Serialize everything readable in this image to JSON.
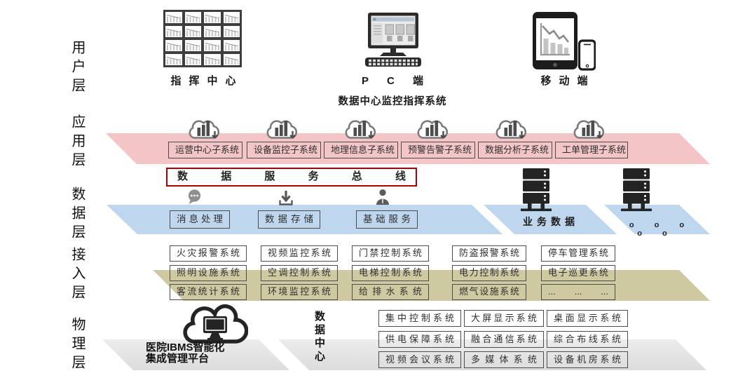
{
  "layer_labels": {
    "user": "用户层",
    "app": "应用层",
    "data": "数据层",
    "access": "接入层",
    "physical": "物理层"
  },
  "user_layer": {
    "command_center_label": "指挥中心",
    "pc_label": "P C 端",
    "mobile_label": "移动端",
    "system_title": "数据中心监控指挥系统"
  },
  "app_layer": {
    "subsystems": [
      "运营中心子系统",
      "设备监控子系统",
      "地理信息子系统",
      "预警告警子系统",
      "数据分析子系统",
      "工单管理子系统"
    ]
  },
  "data_layer": {
    "bus_label": "数据服务总线",
    "services": [
      "消息处理",
      "数据存储",
      "基础服务"
    ],
    "business_data_label": "业务数据",
    "more_dots": "o o o o o"
  },
  "access_layer": {
    "systems": [
      [
        "火灾报警系统",
        "视频监控系统",
        "门禁控制系统",
        "防盗报警系统",
        "停车管理系统"
      ],
      [
        "照明设施系统",
        "空调控制系统",
        "电梯控制系统",
        "电力控制系统",
        "电子巡更系统"
      ],
      [
        "客流统计系统",
        "环境监控系统",
        "给排水系统",
        "燃气设施系统",
        "... ... ..."
      ]
    ]
  },
  "physical_layer": {
    "platform_line1": "医院IBMS智能化",
    "platform_line2": "集成管理平台",
    "datacenter_label": "数据中心",
    "systems": [
      [
        "集中控制系统",
        "大屏显示系统",
        "桌面显示系统"
      ],
      [
        "供电保障系统",
        "融合通信系统",
        "综合布线系统"
      ],
      [
        "视频会议系统",
        "多媒体系统",
        "设备机房系统"
      ]
    ]
  },
  "icons": [
    "monitor-wall-icon",
    "pc-monitor-icon",
    "tablet-phone-icon",
    "cloud-chart-icon",
    "message-bubble-icon",
    "download-icon",
    "person-icon",
    "server-icon",
    "cloud-monitor-icon"
  ],
  "colors": {
    "app_band": "#f3c5c6",
    "data_band": "#bed7ee",
    "access_band": "#cfc9a2",
    "physical_band": "#e5e5e5",
    "bus_border": "#b00000"
  }
}
